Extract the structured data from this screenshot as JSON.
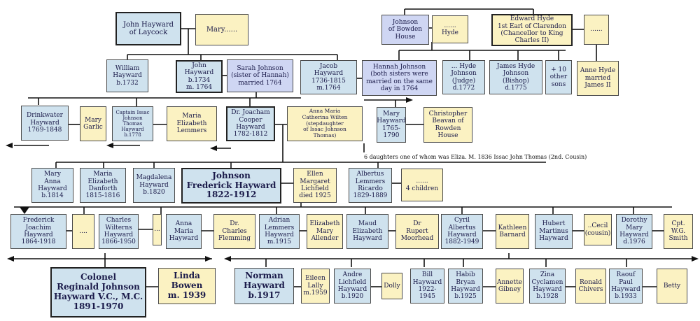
{
  "people": {
    "p1": "John Hayward\nof Laycock",
    "p2": "Mary......",
    "p3": "William\nHayward\nb.1732",
    "p4": "John\nHayward\nb.1734\nm. 1764",
    "p5": "Sarah Johnson\n(sister of Hannah)\nmarried 1764",
    "p6": "Jacob\nHayward\n1736-1815\nm.1764",
    "p7": "Hannah Johnson\n(both sisters were\nmarried on the same\nday in 1764",
    "p8": "Johnson\nof Bowden\nHouse",
    "p9": "......\nHyde",
    "p10": "Edward Hyde\n1st Earl of Clarendon\n(Chancellor to King\nCharles II)",
    "p11": "......",
    "p12": "... Hyde\nJohnson\n(Judge)\nd.1772",
    "p13": "James Hyde\nJohnson\n(Bishop)\nd.1775",
    "p14": "+ 10\nother\nsons",
    "p15": "Anne Hyde\nmarried\nJames II",
    "p16": "Drinkwater\nHayward\n1769-1848",
    "p17": "Mary\nGarlic",
    "p18": "Captain Issac\nJohnson\nThomas\nHayward\nb.1778",
    "p19": "Maria\nElizabeth\nLemmers",
    "p20": "Dr. Joacham\nCooper\nHayward\n1782-1812",
    "p21": "Anna Maria\nCatherina Wilten\n(stepdaughter\nof Issac Johnson\nThomas)",
    "p22": "Mary\nHayward\n1765-1790",
    "p23": "Christopher\nBeavan of\nRowden\nHouse",
    "p24": "Mary\nAnna\nHayward\nb.1814",
    "p25": "Maria\nElizabeth\nDanforth\n1815-1816",
    "p26": "Magdalena\nHayward\nb.1820",
    "p27": "Johnson\nFrederick Hayward\n1822-1912",
    "p28": "Ellen\nMargaret\nLichfield\ndied 1925",
    "p29": "Albertus\nLemmers\nRicardo\n1829-1889",
    "p30": "......\n4 children",
    "p31": "Frederick\nJoachim\nHayward\n1864-1918",
    "p32": "....",
    "p33": "Charles\nWilterns\nHayward\n1866-1950",
    "p34": "...",
    "p35": "Anna\nMaria\nHayward",
    "p36": "Dr.\nCharles\nFlemming",
    "p37": "Adrian\nLemmers\nHayward\nm.1915",
    "p38": "Elizabeth\nMary\nAllender",
    "p39": "Maud\nElizabeth\nHayward",
    "p40": "Dr\nRupert\nMoorhead",
    "p41": "Cyril\nAlbertus\nHayward\n1882-1949",
    "p42": "Kathleen\nBarnard",
    "p43": "Hubert\nMartinus\nHayward",
    "p44": "..Cecil\n(cousin)",
    "p45": "Dorothy\nMary\nHayward\nd.1976",
    "p46": "Cpt.\nW.G.\nSmith",
    "p47": "Colonel\nReginald Johnson\nHayward V.C., M.C.\n1891-1970",
    "p48": "Linda\nBowen\nm. 1939",
    "p49": "Norman\nHayward\nb.1917",
    "p50": "Eileen\nLally\nm.1959",
    "p51": "Andre\nLichfield\nHayward\nb.1920",
    "p52": "Dolly",
    "p53": "Bill\nHayward\n1922-1945",
    "p54": "Habib\nBryan\nHayward\nb.1925",
    "p55": "Annette\nGibney",
    "p56": "Zina\nCyclamen\nHayward\nb.1928",
    "p57": "Ronald\nChivers",
    "p58": "Raouf\nPaul\nHayward\nb.1933",
    "p59": "Betty"
  },
  "note": "6 daughters one of whom was Eliza. M. 1836 Issac John Thomas (2nd. Cousin)",
  "colors": {
    "blue": "#cfe2ee",
    "lavender": "#cfd6f3",
    "cream": "#fbf2c2",
    "line": "#111111"
  }
}
